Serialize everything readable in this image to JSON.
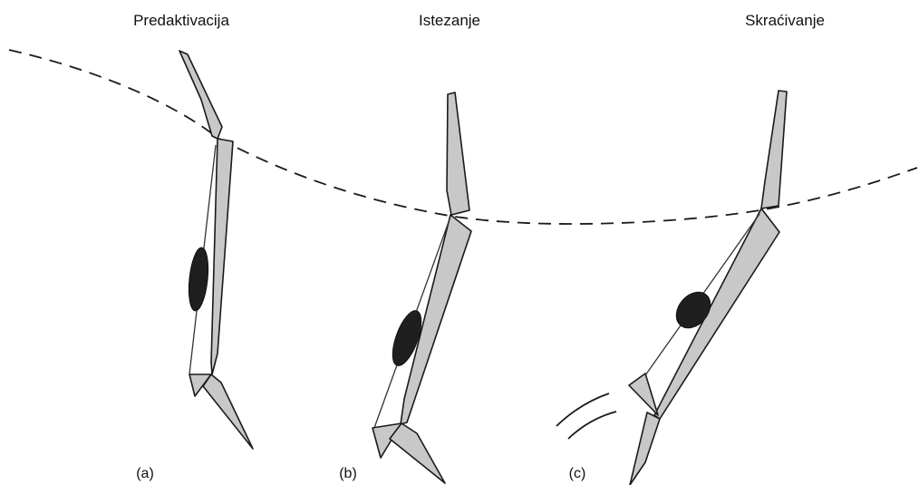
{
  "phases": [
    {
      "title": "Predaktivacija",
      "label": "(a)"
    },
    {
      "title": "Istezanje",
      "label": "(b)"
    },
    {
      "title": "Skraćivanje",
      "label": "(c)"
    }
  ],
  "colors": {
    "segment_fill": "#c8c8c8",
    "muscle_fill": "#1f1f1f",
    "line": "#1a1a1a"
  },
  "icons": {
    "trajectory": "dashed-curve",
    "motion_marks": "curved-motion-lines"
  }
}
